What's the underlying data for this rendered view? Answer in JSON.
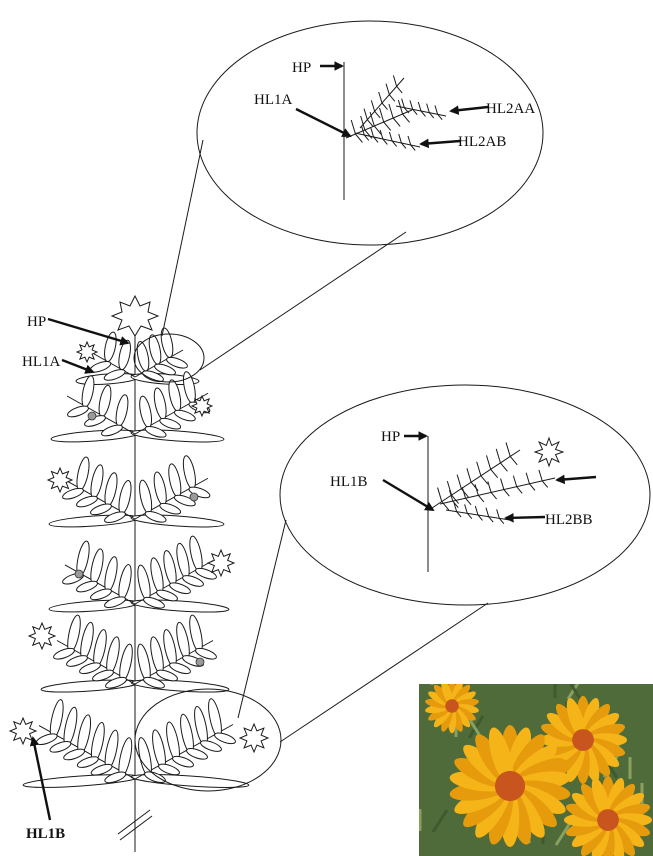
{
  "labels": {
    "hp_main": "HP",
    "hl1a_main": "HL1A",
    "hl1b_main": "HL1B",
    "top_hp": "HP",
    "top_hl1a": "HL1A",
    "top_hl2aa": "HL2AA",
    "top_hl2ab": "HL2AB",
    "bottom_hp": "HP",
    "bottom_hl1b": "HL1B",
    "bottom_hl2bb": "HL2BB"
  },
  "photo": {
    "subject": "yellow daisy flowers",
    "colors": {
      "petal": "#f5b418",
      "petal_dark": "#e59b0c",
      "center": "#c8551e",
      "foliage": "#4f6b3a",
      "foliage_light": "#8aa15e"
    }
  }
}
